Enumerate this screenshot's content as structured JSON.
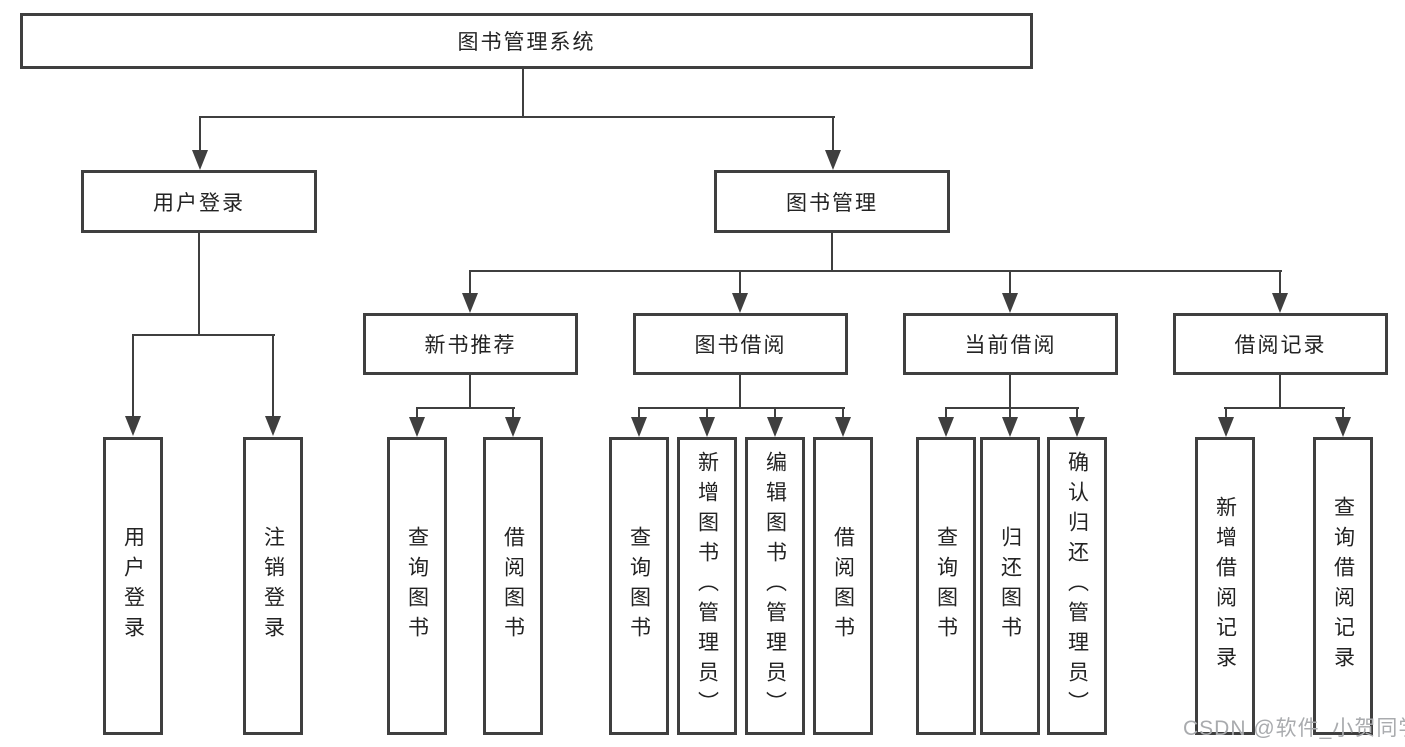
{
  "diagram_type": "hierarchy-tree",
  "colors": {
    "line": "#3f3f3f",
    "box_border": "#3f3f3f",
    "text": "#232323",
    "watermark": "#a9abae",
    "background": "#ffffff"
  },
  "watermark": {
    "text": "CSDN @软件_小贺同学"
  },
  "tree": {
    "root": {
      "label": "图书管理系统"
    },
    "branches": [
      {
        "label": "用户登录",
        "children": [
          {
            "label": "用户登录"
          },
          {
            "label": "注销登录"
          }
        ]
      },
      {
        "label": "图书管理",
        "children": [
          {
            "label": "新书推荐",
            "children": [
              {
                "label": "查询图书"
              },
              {
                "label": "借阅图书"
              }
            ]
          },
          {
            "label": "图书借阅",
            "children": [
              {
                "label": "查询图书"
              },
              {
                "label": "新增图书（管理员）"
              },
              {
                "label": "编辑图书（管理员）"
              },
              {
                "label": "借阅图书"
              }
            ]
          },
          {
            "label": "当前借阅",
            "children": [
              {
                "label": "查询图书"
              },
              {
                "label": "归还图书"
              },
              {
                "label": "确认归还（管理员）"
              }
            ]
          },
          {
            "label": "借阅记录",
            "children": [
              {
                "label": "新增借阅记录"
              },
              {
                "label": "查询借阅记录"
              }
            ]
          }
        ]
      }
    ]
  }
}
